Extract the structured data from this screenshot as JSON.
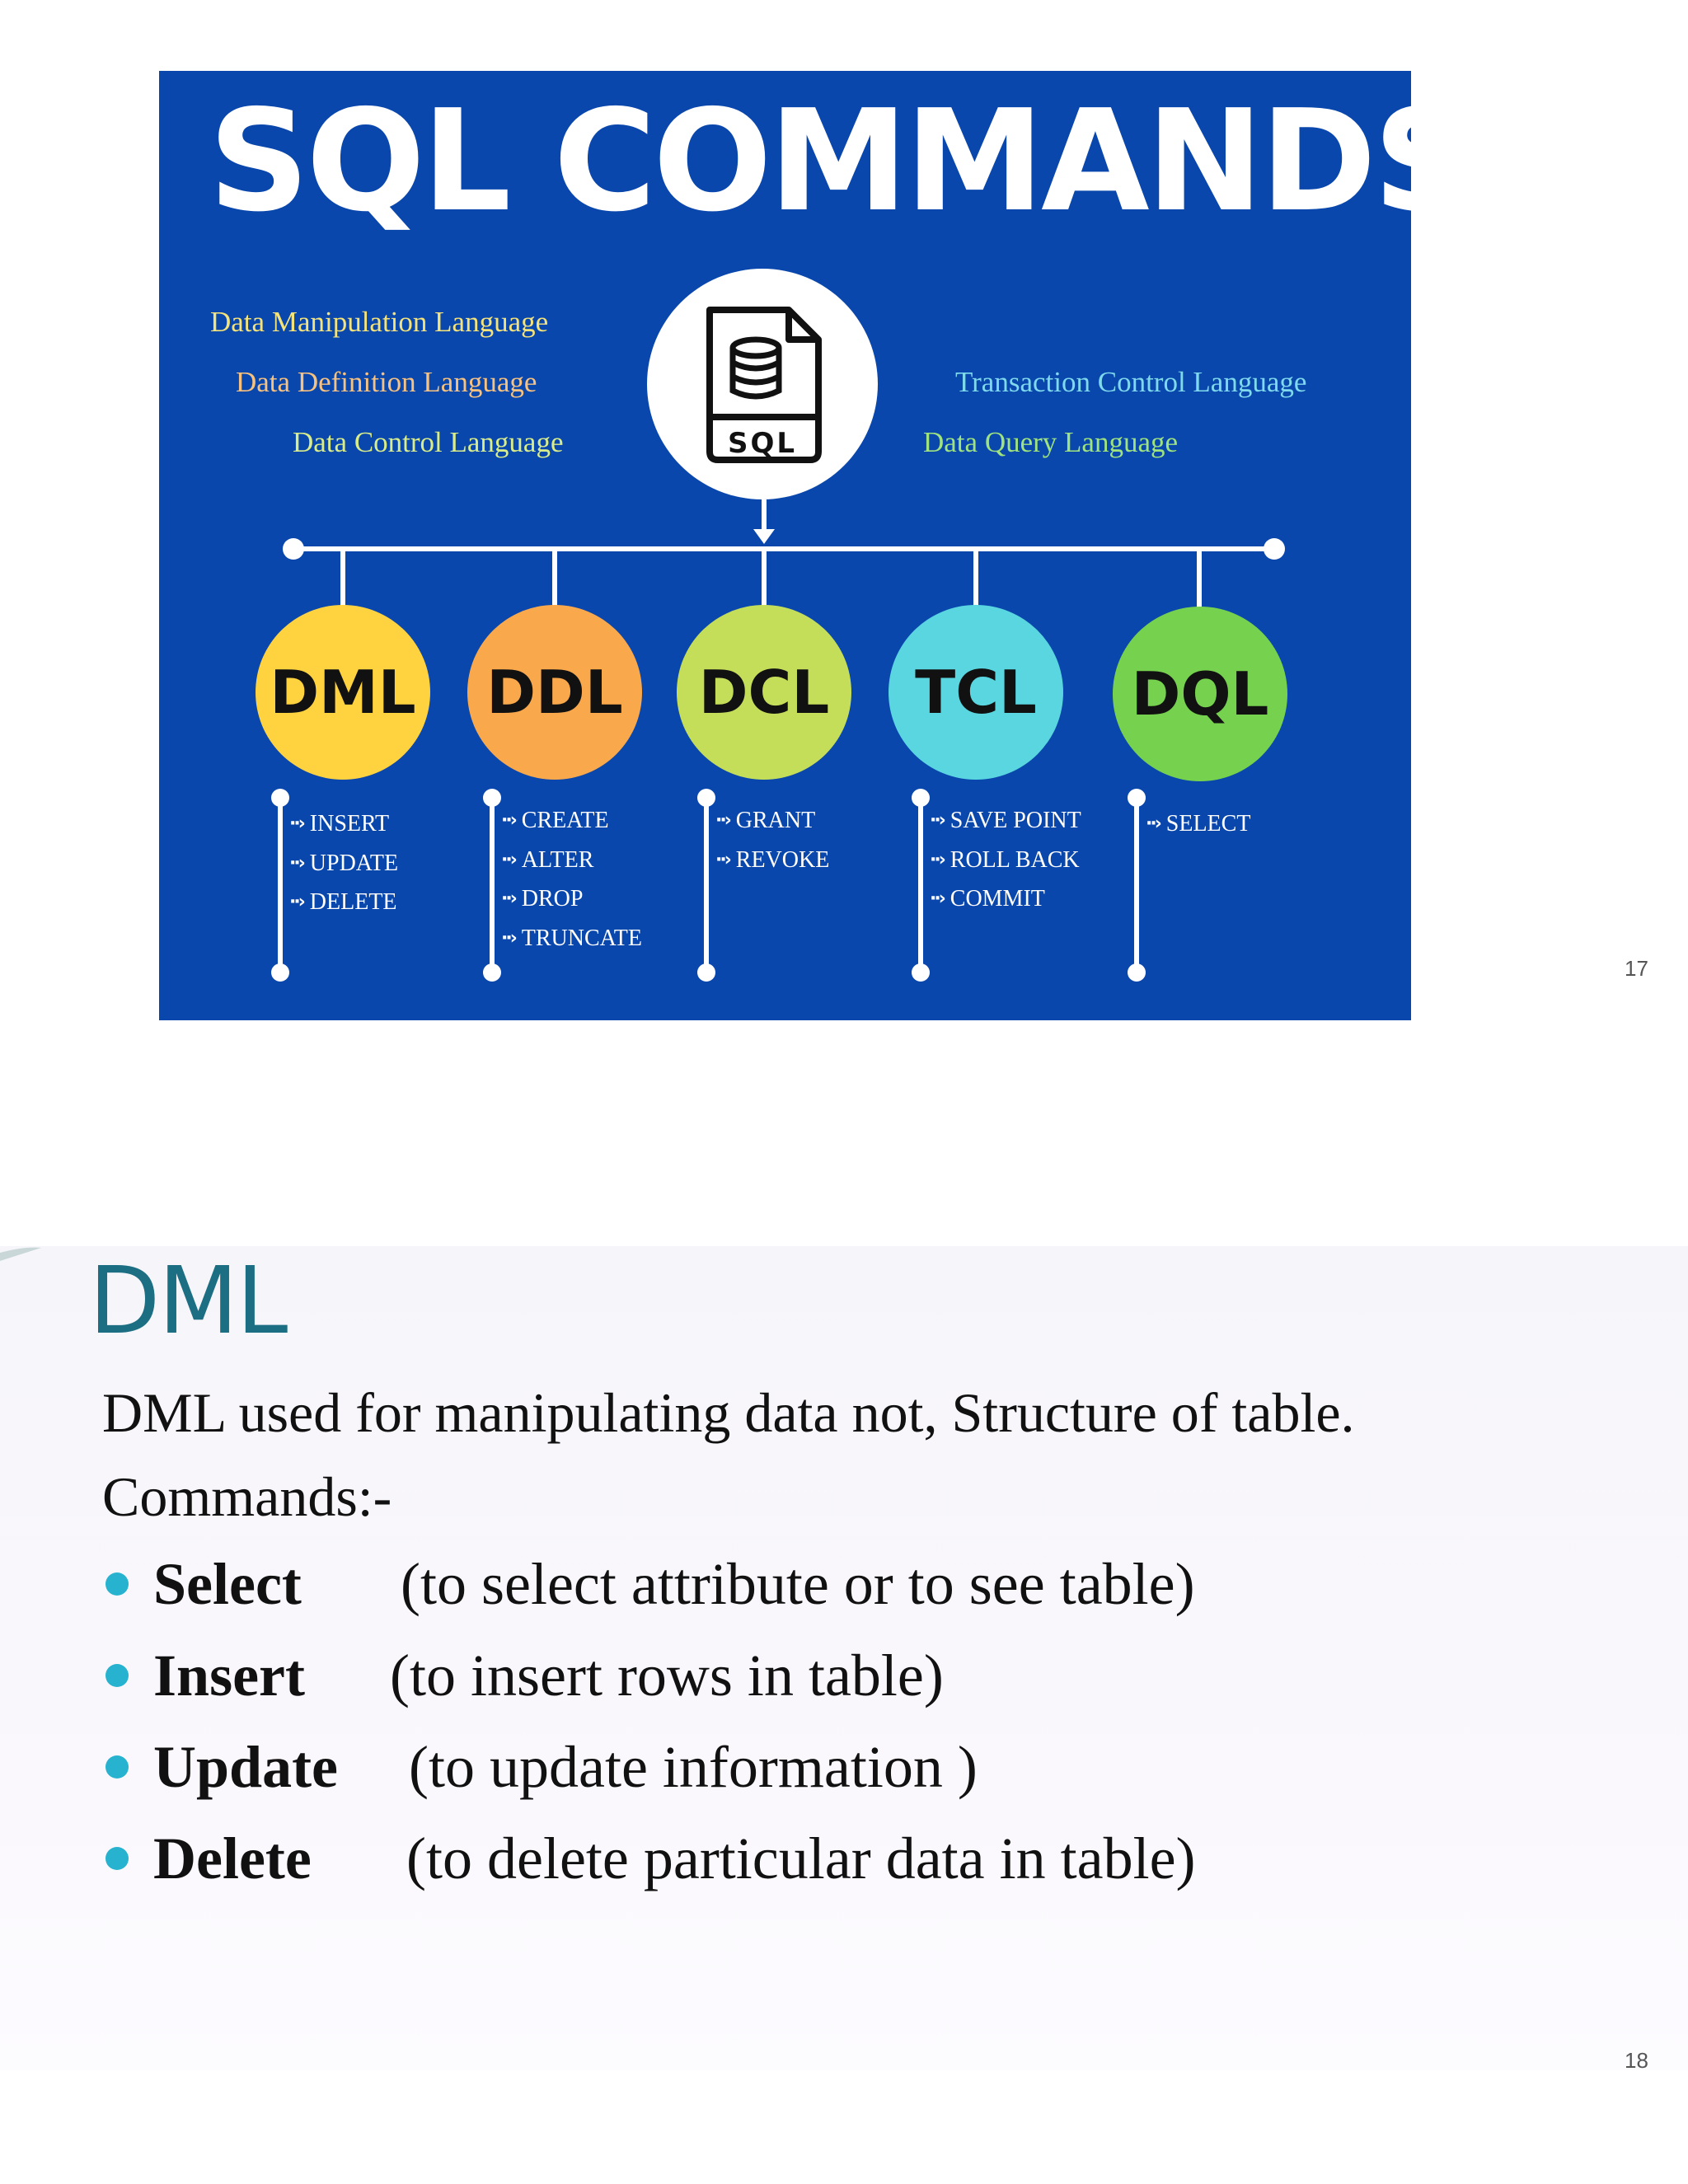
{
  "slide1": {
    "title": "SQL COMMANDS",
    "icon_label": "SQL",
    "languages": {
      "dml": "Data Manipulation Language",
      "ddl": "Data Definition Language",
      "dcl": "Data Control Language",
      "tcl": "Transaction Control Language",
      "dql": "Data Query Language"
    },
    "categories": [
      {
        "abbr": "DML",
        "color": "#ffd23f",
        "commands": [
          "INSERT",
          "UPDATE",
          "DELETE"
        ]
      },
      {
        "abbr": "DDL",
        "color": "#f9a94b",
        "commands": [
          "CREATE",
          "ALTER",
          "DROP",
          "TRUNCATE"
        ]
      },
      {
        "abbr": "DCL",
        "color": "#c5de5a",
        "commands": [
          "GRANT",
          "REVOKE"
        ]
      },
      {
        "abbr": "TCL",
        "color": "#59d6e0",
        "commands": [
          "SAVE POINT",
          "ROLL BACK",
          "COMMIT"
        ]
      },
      {
        "abbr": "DQL",
        "color": "#76d14f",
        "commands": [
          "SELECT"
        ]
      }
    ],
    "label_colors": {
      "dml": "#f4e27a",
      "ddl": "#f7c27f",
      "dcl": "#d9ec8a",
      "tcl": "#7fd9ec",
      "dql": "#9fe37f"
    },
    "page_number": "17"
  },
  "slide2": {
    "title": "DML",
    "description": "DML used for manipulating data not, Structure of table.",
    "commands_label": "Commands:-",
    "commands": [
      {
        "name": "Select",
        "desc": "(to select attribute or to see table)"
      },
      {
        "name": "Insert",
        "desc": "(to insert rows in table)"
      },
      {
        "name": "Update",
        "desc": "(to update information )"
      },
      {
        "name": "Delete",
        "desc": "(to delete  particular data in table)"
      }
    ],
    "bullet_color": "#27b3cf",
    "page_number": "18"
  }
}
